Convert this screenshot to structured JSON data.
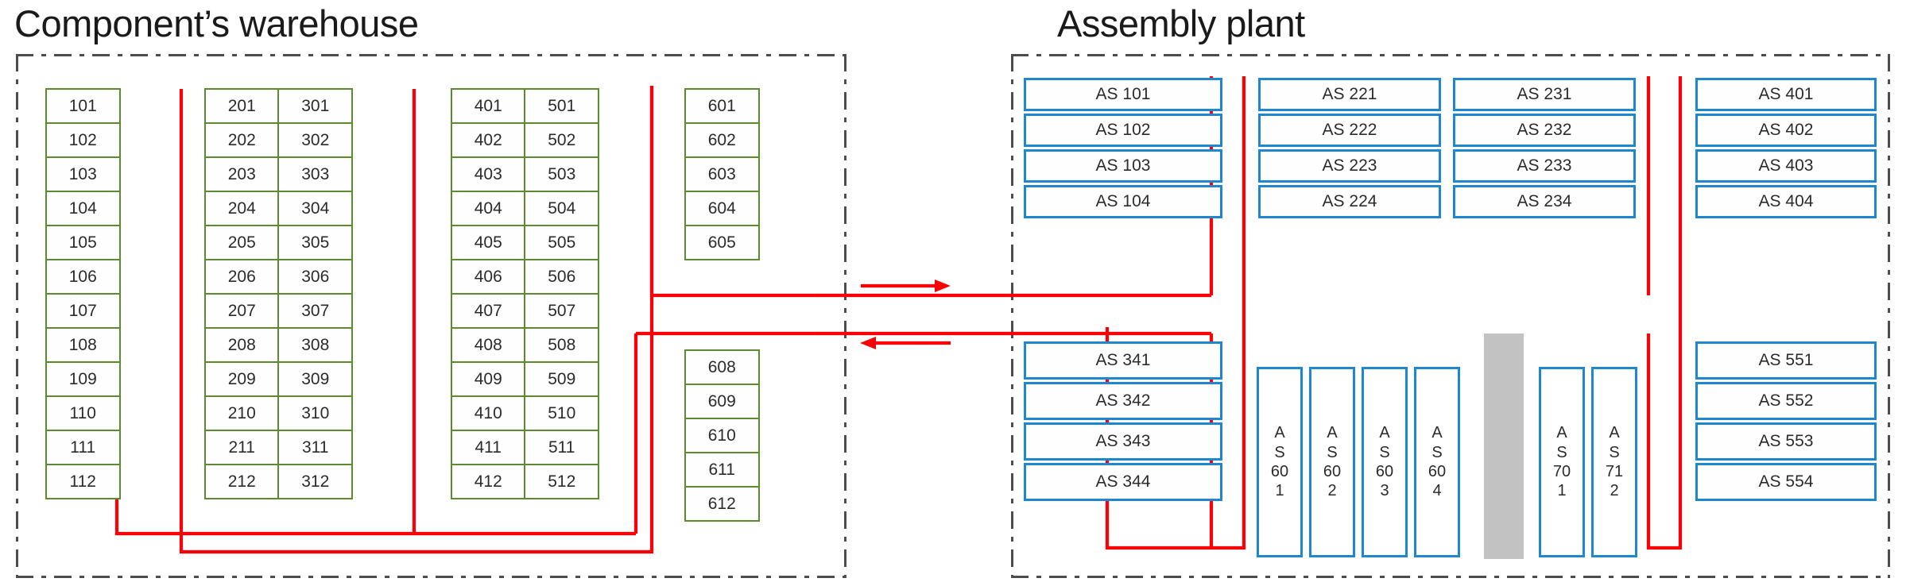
{
  "titles": {
    "warehouse": "Component’s warehouse",
    "plant": "Assembly plant"
  },
  "colors": {
    "rack_green": "#5b8a2f",
    "rack_blue": "#1f86d0",
    "route_red": "#fb0007",
    "zone_border": "#4d4d4d",
    "blocked_gray": "#c2c2c2",
    "text": "#2b2b2b"
  },
  "warehouse": {
    "zone_label": "Component’s warehouse",
    "rack_groups": [
      {
        "name": "rack-group-100",
        "columns": [
          {
            "name": "column-100",
            "cells": [
              "101",
              "102",
              "103",
              "104",
              "105",
              "106",
              "107",
              "108",
              "109",
              "110",
              "111",
              "112"
            ]
          }
        ]
      },
      {
        "name": "rack-group-200-300",
        "columns": [
          {
            "name": "column-200",
            "cells": [
              "201",
              "202",
              "203",
              "204",
              "205",
              "206",
              "207",
              "208",
              "209",
              "210",
              "211",
              "212"
            ]
          },
          {
            "name": "column-300",
            "cells": [
              "301",
              "302",
              "303",
              "304",
              "305",
              "306",
              "307",
              "308",
              "309",
              "310",
              "311",
              "312"
            ]
          }
        ]
      },
      {
        "name": "rack-group-400-500",
        "columns": [
          {
            "name": "column-400",
            "cells": [
              "401",
              "402",
              "403",
              "404",
              "405",
              "406",
              "407",
              "408",
              "409",
              "410",
              "411",
              "412"
            ]
          },
          {
            "name": "column-500",
            "cells": [
              "501",
              "502",
              "503",
              "504",
              "505",
              "506",
              "507",
              "508",
              "509",
              "510",
              "511",
              "512"
            ]
          }
        ]
      },
      {
        "name": "rack-group-600-upper",
        "columns": [
          {
            "name": "column-600-upper",
            "cells": [
              "601",
              "602",
              "603",
              "604",
              "605"
            ]
          }
        ]
      },
      {
        "name": "rack-group-600-lower",
        "columns": [
          {
            "name": "column-600-lower",
            "cells": [
              "608",
              "609",
              "610",
              "611",
              "612"
            ]
          }
        ]
      }
    ]
  },
  "plant": {
    "zone_label": "Assembly plant",
    "upper_groups": [
      {
        "name": "station-group-as100",
        "cells": [
          "AS 101",
          "AS 102",
          "AS 103",
          "AS 104"
        ]
      },
      {
        "name": "station-group-as220",
        "cells": [
          "AS 221",
          "AS 222",
          "AS 223",
          "AS 224"
        ]
      },
      {
        "name": "station-group-as230",
        "cells": [
          "AS 231",
          "AS 232",
          "AS 233",
          "AS 234"
        ]
      },
      {
        "name": "station-group-as400",
        "cells": [
          "AS 401",
          "AS 402",
          "AS 403",
          "AS 404"
        ]
      }
    ],
    "lower_groups": [
      {
        "name": "station-group-as340",
        "cells": [
          "AS 341",
          "AS 342",
          "AS 343",
          "AS 344"
        ]
      },
      {
        "name": "station-group-as550",
        "cells": [
          "AS 551",
          "AS 552",
          "AS 553",
          "AS 554"
        ]
      }
    ],
    "vertical_stations_left": [
      {
        "name": "station-as601",
        "lines": [
          "A",
          "S",
          "60",
          "1"
        ]
      },
      {
        "name": "station-as602",
        "lines": [
          "A",
          "S",
          "60",
          "2"
        ]
      },
      {
        "name": "station-as603",
        "lines": [
          "A",
          "S",
          "60",
          "3"
        ]
      },
      {
        "name": "station-as604",
        "lines": [
          "A",
          "S",
          "60",
          "4"
        ]
      }
    ],
    "vertical_stations_right": [
      {
        "name": "station-as701",
        "lines": [
          "A",
          "S",
          "70",
          "1"
        ]
      },
      {
        "name": "station-as712",
        "lines": [
          "A",
          "S",
          "71",
          "2"
        ]
      }
    ],
    "blocked_area": {
      "name": "blocked-area",
      "label": ""
    }
  },
  "corridor": {
    "outbound_arrow": {
      "name": "arrow-warehouse-to-plant",
      "direction": "right"
    },
    "inbound_arrow": {
      "name": "arrow-plant-to-warehouse",
      "direction": "left"
    }
  }
}
